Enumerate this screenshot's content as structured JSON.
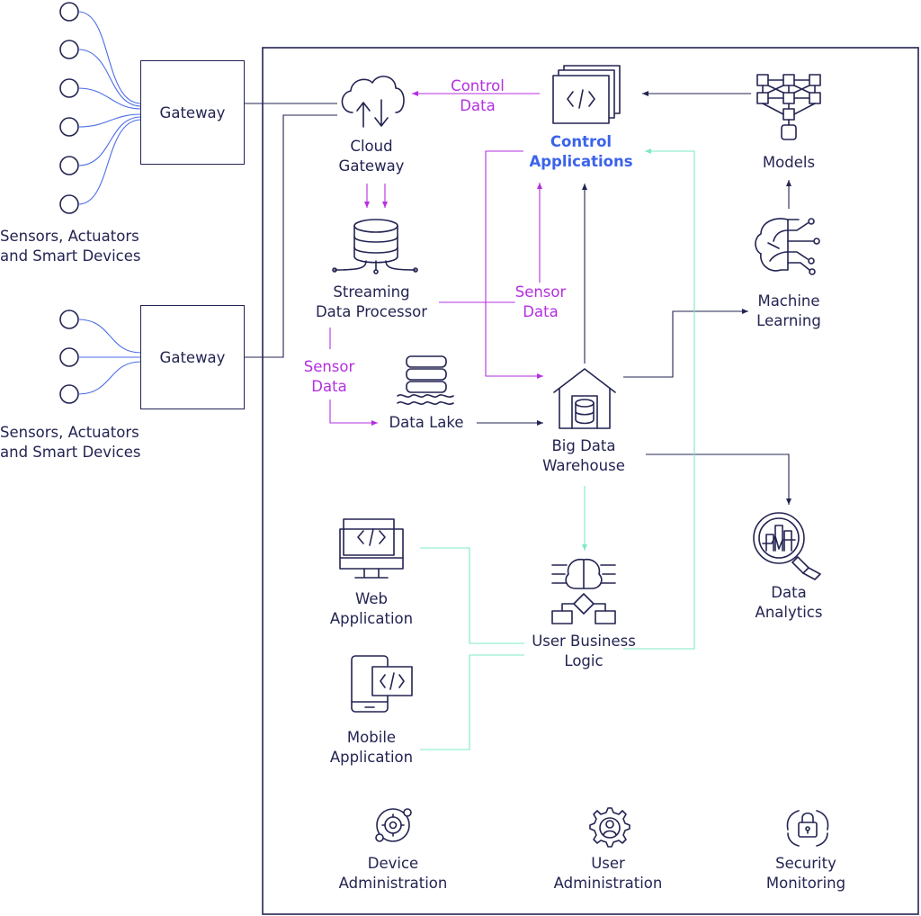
{
  "colors": {
    "ink": "#232452",
    "magenta": "#b42fe0",
    "teal": "#7fe8c8",
    "blue": "#3b63ea"
  },
  "devices": {
    "group1": "Sensors, Actuators\nand Smart Devices",
    "group2": "Sensors, Actuators\nand Smart Devices"
  },
  "gateways": {
    "gateway1": "Gateway",
    "gateway2": "Gateway"
  },
  "nodes": {
    "cloud_gateway": "Cloud\nGateway",
    "control_applications": "Control\nApplications",
    "models": "Models",
    "streaming_data_processor": "Streaming\nData Processor",
    "machine_learning": "Machine\nLearning",
    "data_lake": "Data Lake",
    "big_data_warehouse": "Big Data\nWarehouse",
    "data_analytics": "Data\nAnalytics",
    "web_application": "Web\nApplication",
    "mobile_application": "Mobile\nApplication",
    "user_business_logic": "User Business\nLogic",
    "device_administration": "Device\nAdministration",
    "user_administration": "User\nAdministration",
    "security_monitoring": "Security\nMonitoring"
  },
  "flow_labels": {
    "control_data": "Control\nData",
    "sensor_data_1": "Sensor\nData",
    "sensor_data_2": "Sensor\nData"
  },
  "icons": [
    "cloud-gateway-icon",
    "control-applications-icon",
    "models-icon",
    "database-icon",
    "machine-learning-icon",
    "data-lake-icon",
    "warehouse-icon",
    "data-analytics-icon",
    "web-application-icon",
    "mobile-application-icon",
    "business-logic-icon",
    "device-admin-icon",
    "user-admin-icon",
    "security-icon"
  ]
}
